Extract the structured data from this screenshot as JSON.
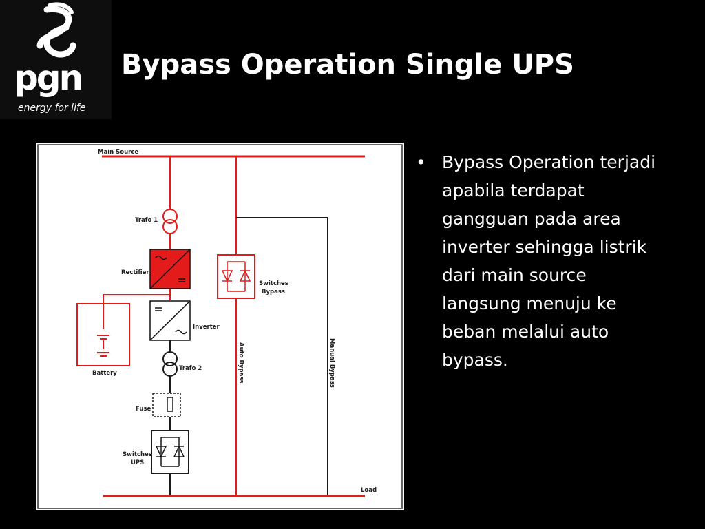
{
  "logo": {
    "brand": "pgn",
    "tagline": "energy for life"
  },
  "slide": {
    "title": "Bypass Operation Single UPS"
  },
  "diagram": {
    "labels": {
      "main_source": "Main Source",
      "trafo1": "Trafo 1",
      "rectifier": "Rectifier",
      "battery": "Battery",
      "inverter": "Inverter",
      "trafo2": "Trafo 2",
      "fuse": "Fuse",
      "switches_ups_1": "Switches",
      "switches_ups_2": "UPS",
      "switches_bypass_1": "Switches",
      "switches_bypass_2": "Bypass",
      "auto_bypass": "Auto Bypass",
      "manual_bypass": "Manual Bypass",
      "load": "Load"
    },
    "colors": {
      "active_path": "#e41b1b",
      "inactive_path": "#1a1a1a",
      "rectifier_fill": "#e41b1b"
    }
  },
  "bullets": [
    {
      "lines": [
        "Bypass Operation terjadi",
        "apabila terdapat",
        "gangguan pada area",
        "inverter sehingga listrik",
        "dari main source",
        "langsung menuju ke",
        "beban melalui auto",
        "bypass."
      ]
    }
  ]
}
